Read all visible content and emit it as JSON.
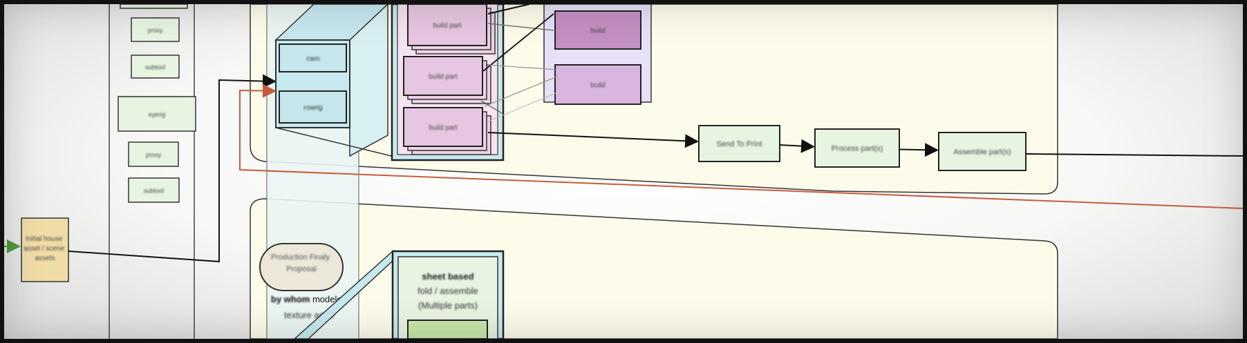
{
  "colors": {
    "accent_red": "#c65b3c",
    "green_arrow": "#4f9a3a",
    "cyan_box": "#c7e8ef",
    "pink_box": "#e6c6e0",
    "purple_box": "#c48fc2",
    "lavender_box": "#d9b6df",
    "green_box": "#e7f4e1",
    "tan_box": "#f0dca6",
    "cream_band": "#fdfbea"
  },
  "left_column": {
    "items": [
      "proxy",
      "subtool",
      "eyerig",
      "proxy",
      "subtool"
    ]
  },
  "start_node": {
    "label": "Initial house asset / scene assets"
  },
  "cyan_stack": {
    "top": "cam",
    "bottom": "rowrig"
  },
  "pink_stack": {
    "items": [
      "build part",
      "build part",
      "build part"
    ]
  },
  "purple_stack": {
    "items": [
      "build",
      "build"
    ]
  },
  "pipeline": {
    "items": [
      "Send To Print",
      "Process part(s)",
      "Assemble part(s)"
    ]
  },
  "lower": {
    "pill": "Production Finaly Proposal",
    "caption_bold": "by whom",
    "caption_rest": " modeler,",
    "caption_line2": "texture artist",
    "sheet_title": "sheet based",
    "sheet_line2": "fold / assemble",
    "sheet_line3": "(Multiple parts)"
  }
}
